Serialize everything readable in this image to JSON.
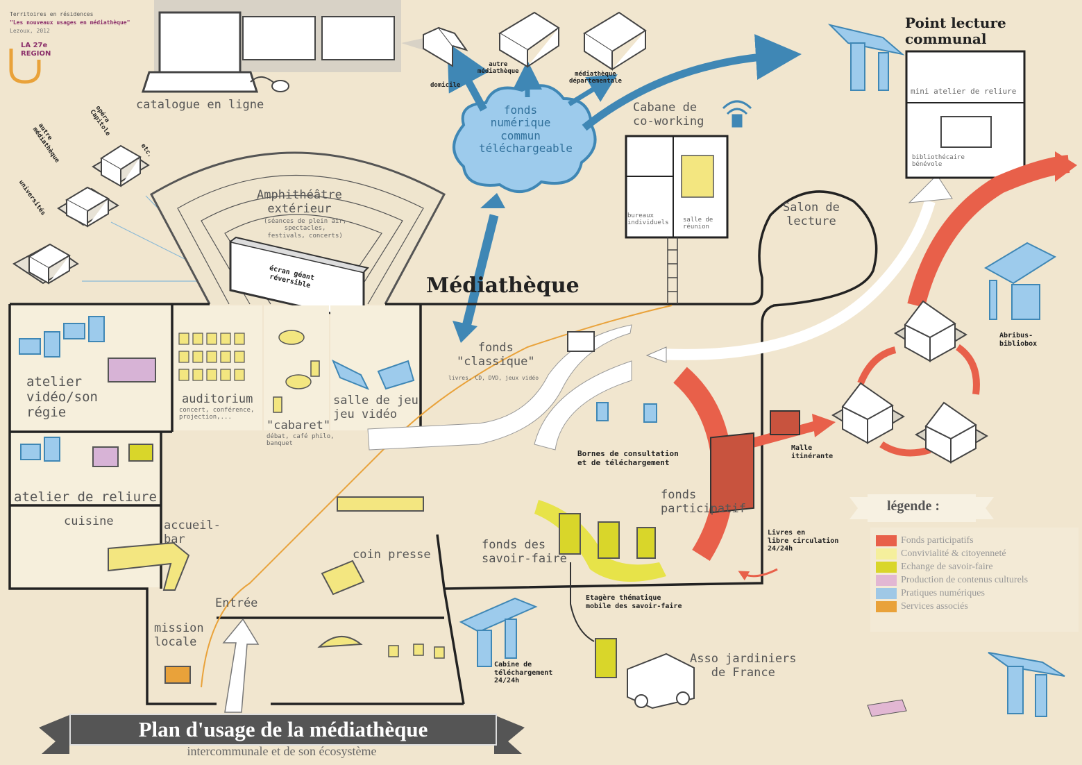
{
  "header": {
    "project": "Territoires en résidences",
    "subtitle": "\"Les nouveaux usages en médiathèque\"",
    "place_year": "Lezoux, 2012",
    "logo_text": "LA 27e\nREGION"
  },
  "title": {
    "main": "Plan d'usage de la médiathèque",
    "sub": "intercommunale et de son écosystème"
  },
  "central_label": "Médiathèque",
  "top": {
    "catalogue": "catalogue en ligne",
    "cloud": "fonds\nnumérique\ncommun\ntéléchargeable",
    "domicile": "domicile",
    "autre_mediatheque": "autre\nmédiathèque",
    "mediatheque_dep": "médiathèque\ndépartementale",
    "cabane": "Cabane de\nco-working",
    "bureaux": "bureaux\nindividuels",
    "salle_reunion": "salle de\nréunion"
  },
  "left_buildings": [
    "universités",
    "autre\nmédiathèque",
    "opéra\nCapitole",
    "etc."
  ],
  "amphi": {
    "label": "Amphithéâtre\nextérieur",
    "sub": "(séances de plein air,\nspectacles,\nfestivals, concerts)"
  },
  "screen": {
    "label": "écran géant\nréversible"
  },
  "rooms": {
    "video": "atelier\nvidéo/son\nrégie",
    "auditorium": "auditorium",
    "auditorium_sub": "concert, conférence,\nprojection,...",
    "cabaret": "\"cabaret\"",
    "cabaret_sub": "débat, café philo,\nbanquet",
    "jeu": "salle de jeu\njeu vidéo",
    "reliure": "atelier de reliure",
    "cuisine": "cuisine",
    "accueil": "accueil-\nbar",
    "mission": "mission\nlocale",
    "entree": "Entrée",
    "presse": "coin presse",
    "fonds_classique": "fonds\n\"classique\"",
    "fonds_classique_sub": "livres, CD, DVD, jeux vidéo",
    "bornes": "Bornes de consultation\net de téléchargement",
    "fonds_savoir": "fonds des\nsavoir-faire",
    "fonds_participatif": "fonds\nparticipatif",
    "salon": "Salon de\nlecture"
  },
  "right": {
    "point_lecture": "Point lecture\ncommunal",
    "mini_atelier": "mini atelier de reliure",
    "bibliothecaire": "bibliothécaire\nbénévole",
    "abribus": "Abribus-\nbibliobox",
    "malle": "Malle\nitinérante",
    "livres_circulation": "Livres en\nlibre circulation\n24/24h",
    "etagere": "Etagère thématique\nmobile des savoir-faire",
    "cabine": "Cabine de\ntéléchargement\n24/24h",
    "asso": "Asso jardiniers\nde France"
  },
  "legend": {
    "title": "légende :",
    "items": [
      {
        "label": "Fonds participatifs",
        "color": "#e8604a"
      },
      {
        "label": "Convivialité & citoyenneté",
        "color": "#f5ef9c"
      },
      {
        "label": "Echange de savoir-faire",
        "color": "#d9d62a"
      },
      {
        "label": "Production de contenus culturels",
        "color": "#e2b7d3"
      },
      {
        "label": "Pratiques numériques",
        "color": "#9fc8e6"
      },
      {
        "label": "Services associés",
        "color": "#e9a23a"
      }
    ]
  },
  "colors": {
    "background": "#f1e6cf",
    "blue_arrow": "#3f87b5",
    "red_arrow": "#e8604a",
    "cloud": "#9dcbec",
    "yellow": "#f3e680"
  }
}
